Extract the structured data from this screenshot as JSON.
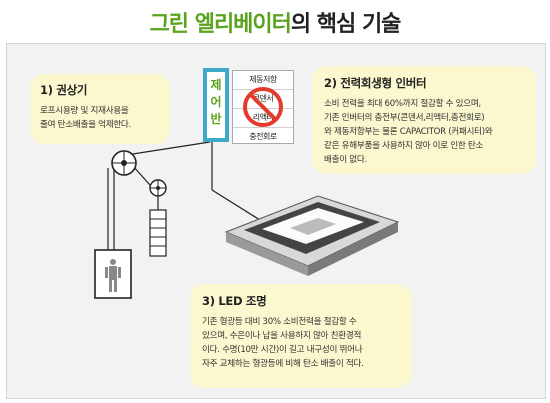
{
  "title": {
    "highlight": "그린 엘리베이터",
    "rest": "의 핵심 기술"
  },
  "control_panel": {
    "chars": [
      "제",
      "어",
      "반"
    ]
  },
  "removed_parts": [
    "제동저항",
    "콘덴서",
    "리액터",
    "충전회로"
  ],
  "callout_hoist": {
    "heading": "1) 권상기",
    "lines": [
      "로프시용량 및 지재사용을",
      "줄여 탄소배출을 억제한다."
    ]
  },
  "callout_inverter": {
    "heading": "2) 전력회생형 인버터",
    "lines": [
      "소비 전력을 최대 60%까지 절감할 수 있으며,",
      "기존 인버터의 충전부(콘덴서,리액터,충전회로)",
      "와 제동저항부는 물론 CAPACITOR (커패시터)와",
      "같은 유해부품을 사용하지 않아 이로 인한 탄소",
      "배출이 없다."
    ]
  },
  "callout_led": {
    "heading": "3) LED 조명",
    "lines": [
      "기존 형광등 대비 30% 소비전력을 절감할 수",
      "있으며, 수은이나 납을 사용하지 않아 친환경적",
      "이다. 수명(10만 시간)이 길고 내구성이 뛰어나",
      "자주 교체하는 형광등에 비해 탄소 배출이 적다."
    ]
  },
  "colors": {
    "accent_green": "#5aa31c",
    "callout_bg": "#fbf7cf",
    "panel_blue": "#3fa9c9",
    "prohibit_red": "#e53b2c"
  }
}
